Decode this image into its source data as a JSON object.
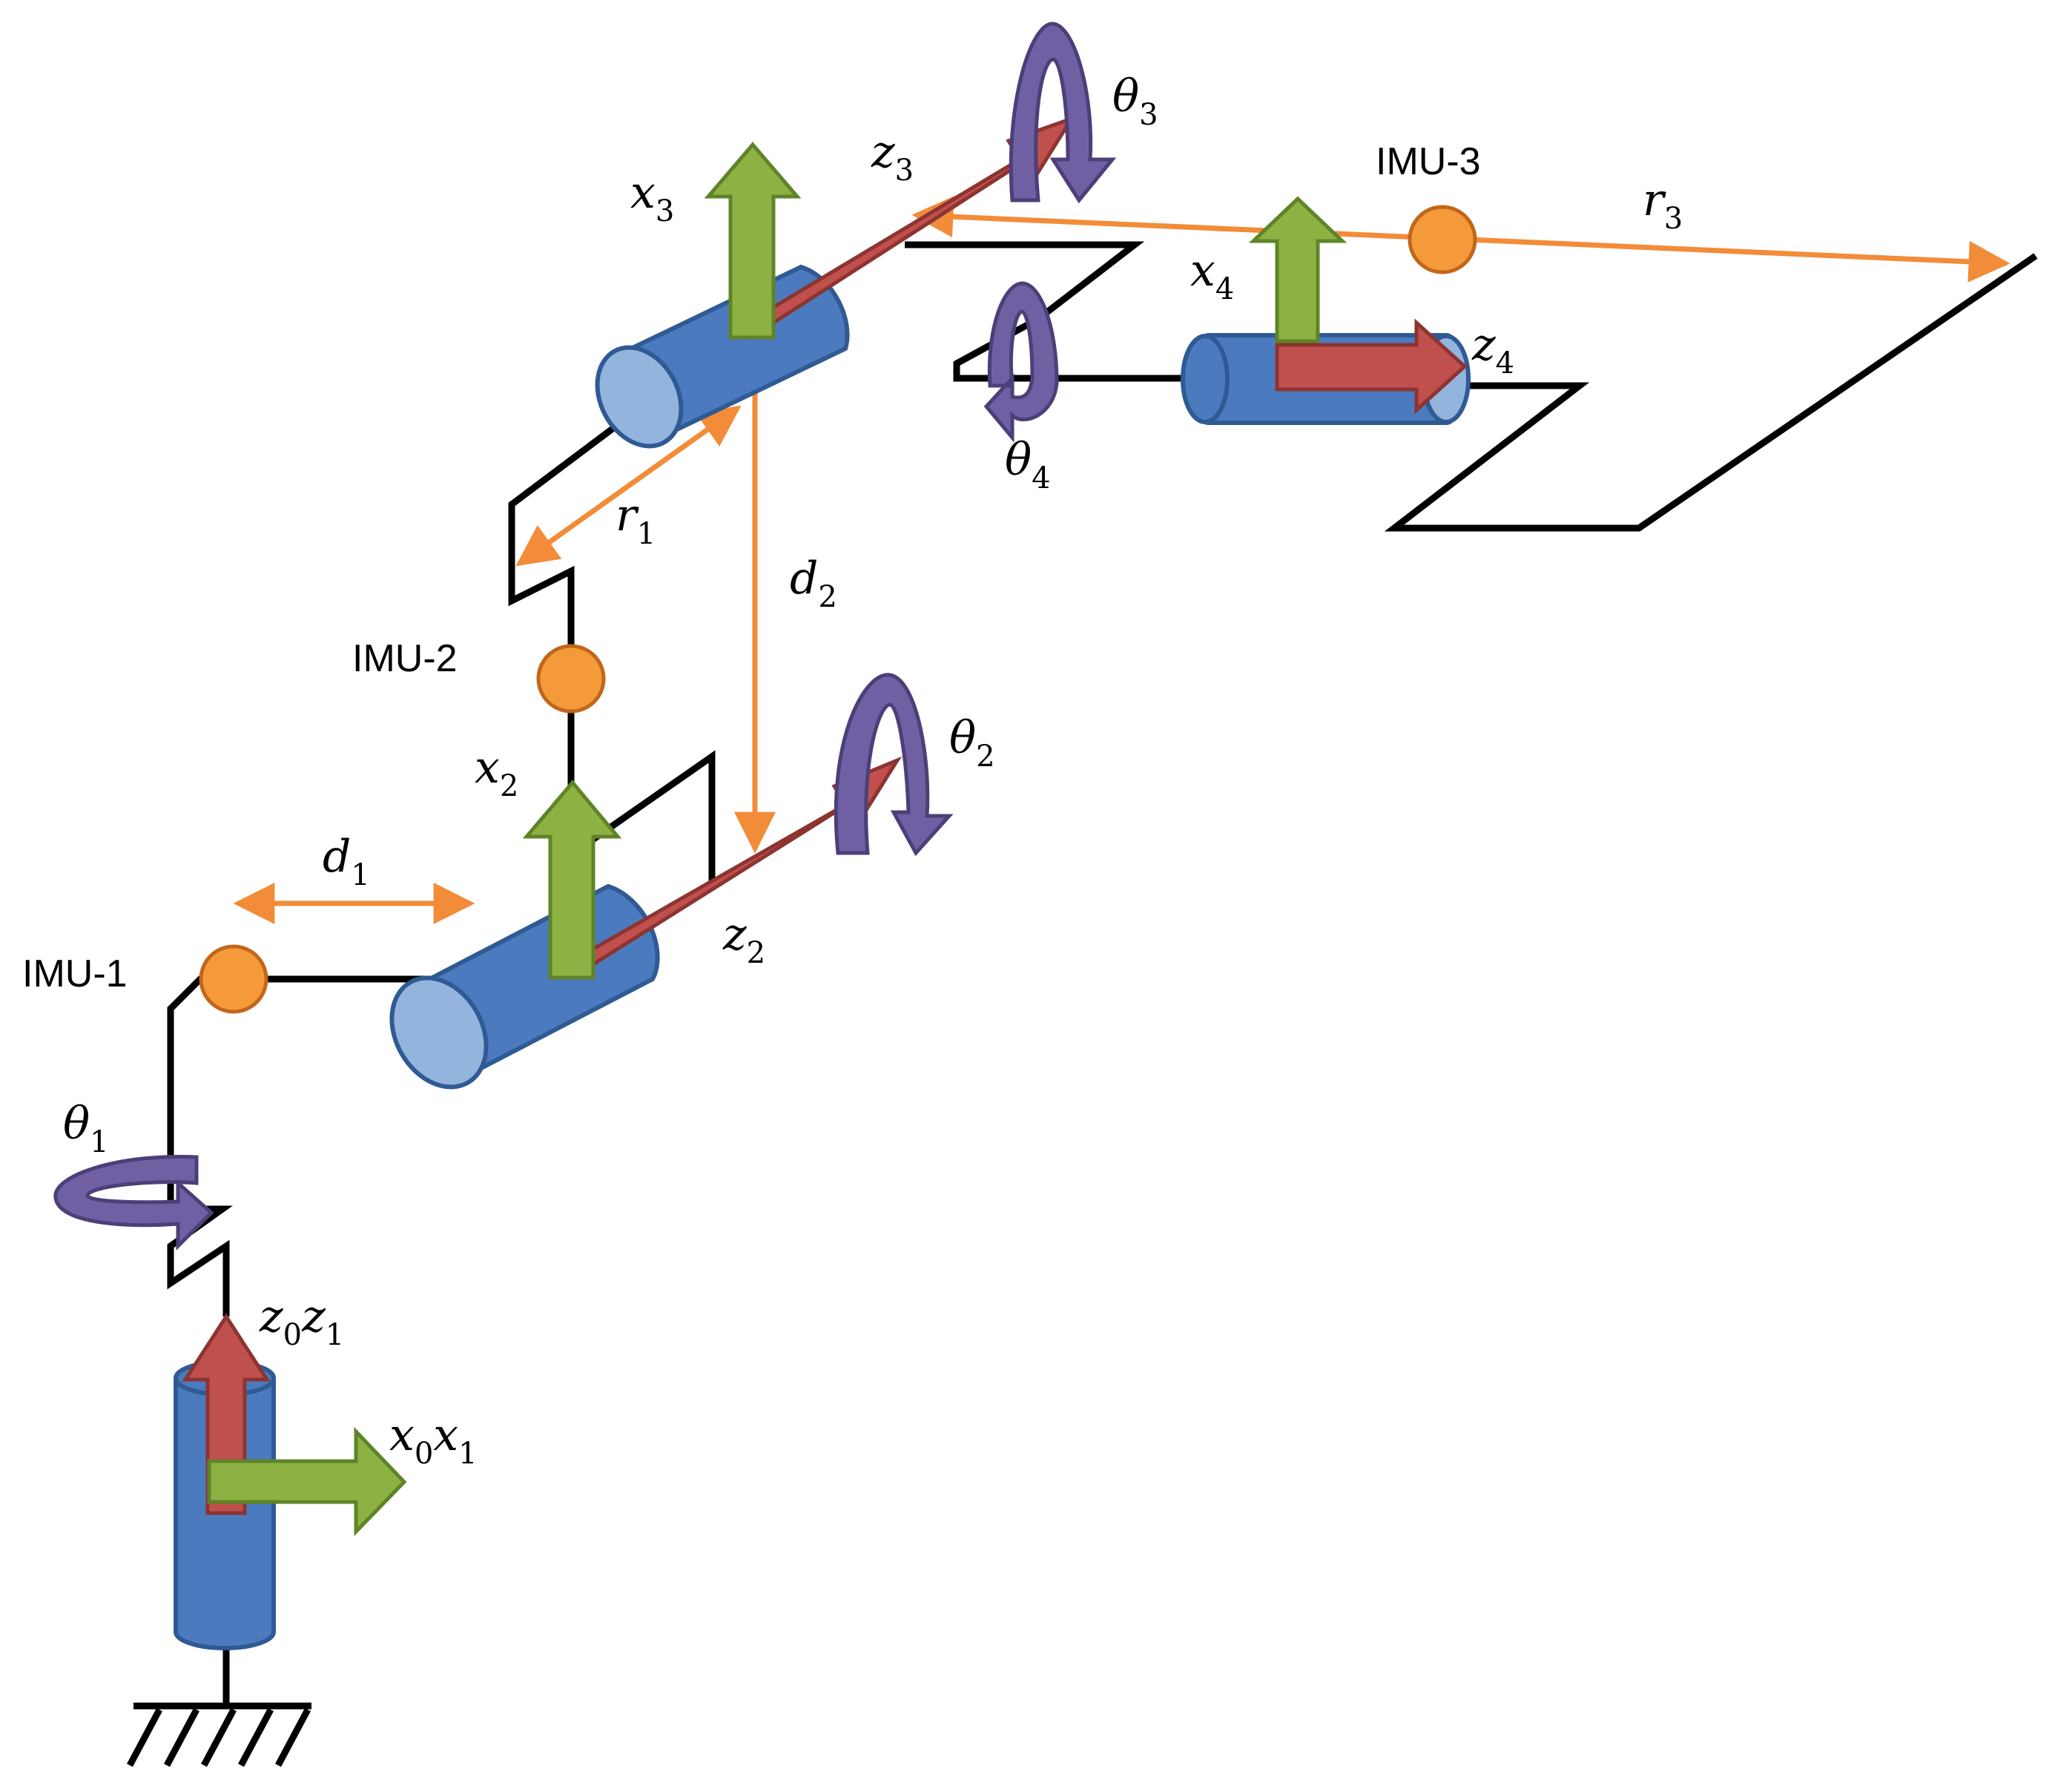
{
  "imus": {
    "imu1": "IMU-1",
    "imu2": "IMU-2",
    "imu3": "IMU-3"
  },
  "axes": {
    "z0z1": {
      "base": "z",
      "sub": "0",
      "base2": "z",
      "sub2": "1"
    },
    "x0x1": {
      "base": "x",
      "sub": "0",
      "base2": "x",
      "sub2": "1"
    },
    "x2": {
      "base": "x",
      "sub": "2"
    },
    "z2": {
      "base": "z",
      "sub": "2"
    },
    "x3": {
      "base": "x",
      "sub": "3"
    },
    "z3": {
      "base": "z",
      "sub": "3"
    },
    "x4": {
      "base": "x",
      "sub": "4"
    },
    "z4": {
      "base": "z",
      "sub": "4"
    }
  },
  "rotations": {
    "theta1": {
      "base": "θ",
      "sub": "1"
    },
    "theta2": {
      "base": "θ",
      "sub": "2"
    },
    "theta3": {
      "base": "θ",
      "sub": "3"
    },
    "theta4": {
      "base": "θ",
      "sub": "4"
    }
  },
  "dimensions": {
    "d1": {
      "base": "d",
      "sub": "1"
    },
    "d2": {
      "base": "d",
      "sub": "2"
    },
    "r1": {
      "base": "r",
      "sub": "1"
    },
    "r3": {
      "base": "r",
      "sub": "3"
    }
  },
  "colors": {
    "joint_cylinder": "#4B7BBE",
    "x_axis_arrow": "#8DB243",
    "z_axis_arrow": "#C0504D",
    "rotation_arrow": "#7060A3",
    "dimension_line": "#F28C38",
    "imu_marker": "#F59A3B",
    "link": "#000000"
  }
}
